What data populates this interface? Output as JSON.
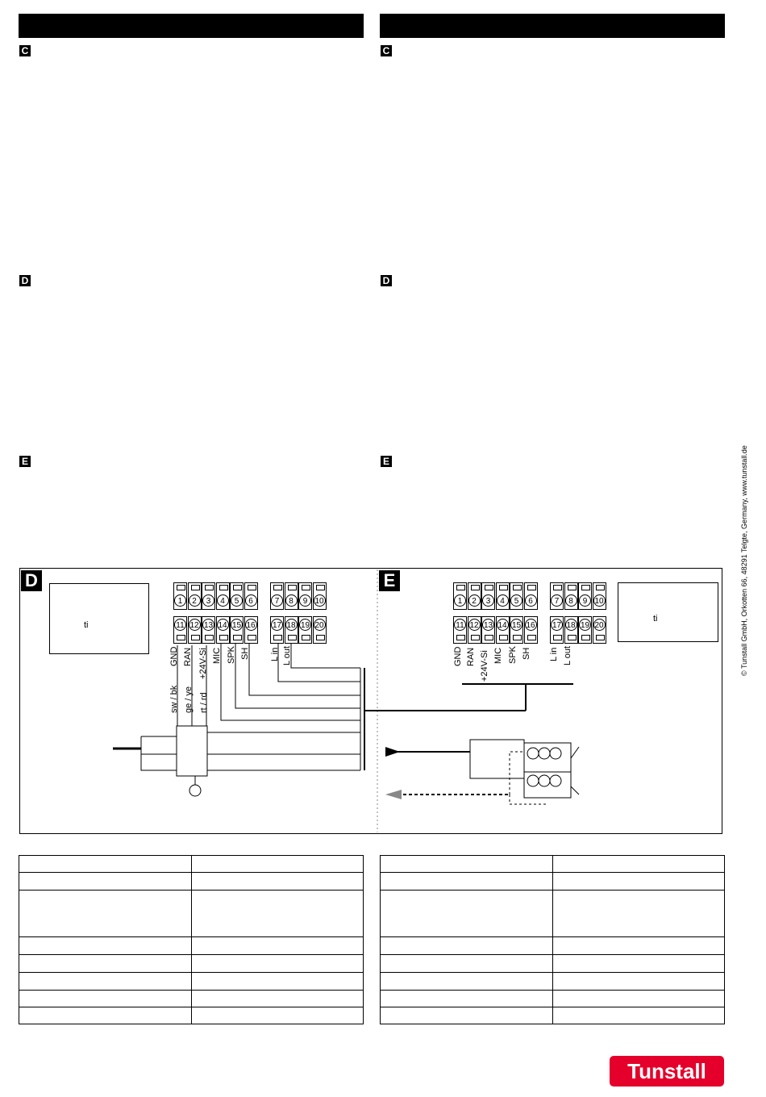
{
  "sections": {
    "c": "C",
    "d": "D",
    "e": "E"
  },
  "diagram_d": {
    "tag": "D",
    "box_text": "ti",
    "terminals_top": [
      "1",
      "2",
      "3",
      "4",
      "5",
      "6"
    ],
    "terminals_top2": [
      "7",
      "8",
      "9",
      "10"
    ],
    "terminals_bottom": [
      "11",
      "12",
      "13",
      "14",
      "15",
      "16"
    ],
    "terminals_bottom2": [
      "17",
      "18",
      "19",
      "20"
    ],
    "signals": [
      "GND",
      "RAN",
      "+24V-Si",
      "MIC",
      "SPK",
      "SH"
    ],
    "signals2": [
      "L in",
      "L out"
    ],
    "wire_colors": [
      "sw / bk",
      "ge / ye",
      "rt / rd"
    ]
  },
  "diagram_e": {
    "tag": "E",
    "box_text": "ti",
    "terminals_top": [
      "1",
      "2",
      "3",
      "4",
      "5",
      "6"
    ],
    "terminals_top2": [
      "7",
      "8",
      "9",
      "10"
    ],
    "terminals_bottom": [
      "11",
      "12",
      "13",
      "14",
      "15",
      "16"
    ],
    "terminals_bottom2": [
      "17",
      "18",
      "19",
      "20"
    ],
    "signals": [
      "GND",
      "RAN",
      "+24V-Si",
      "MIC",
      "SPK",
      "SH"
    ],
    "signals2": [
      "L in",
      "L out"
    ]
  },
  "copyright": "© Tunstall GmbH, Orkotten 66, 48291 Telgte, Germany, www.tunstall.de",
  "logo": "Tunstall"
}
